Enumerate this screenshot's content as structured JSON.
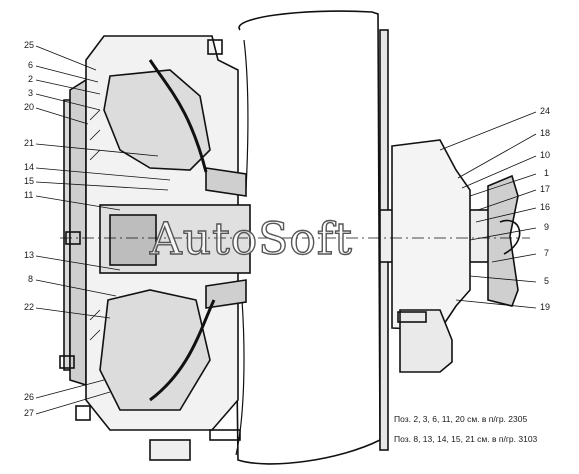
{
  "callouts": {
    "left": [
      "25",
      "6",
      "2",
      "3",
      "20",
      "21",
      "14",
      "15",
      "11",
      "13",
      "8",
      "22",
      "26",
      "27"
    ],
    "right": [
      "24",
      "18",
      "10",
      "1",
      "17",
      "16",
      "9",
      "7",
      "5",
      "19"
    ]
  },
  "notes": {
    "line1": "Поз. 2, 3, 6, 11, 20 см. в п/гр. 2305",
    "line2": "Поз. 8, 13, 14, 15, 21  см. в п/гр. 3103"
  },
  "watermark": "AutoSoft"
}
